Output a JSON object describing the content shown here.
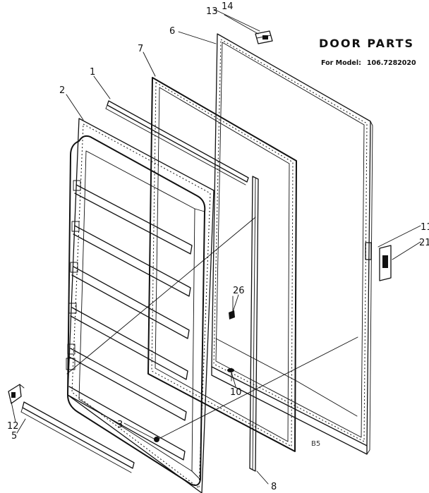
{
  "header": {
    "title": "DOOR PARTS",
    "model_label": "For Model:",
    "model_number": "106.7282020"
  },
  "diagram_code": "B5",
  "callouts": [
    "1",
    "2",
    "3",
    "5",
    "6",
    "7",
    "8",
    "10",
    "11",
    "12",
    "13",
    "14",
    "21",
    "26"
  ]
}
